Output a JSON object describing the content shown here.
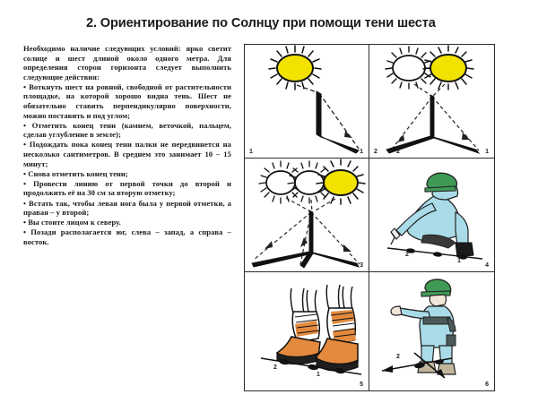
{
  "page": {
    "title": "2. Ориентирование  по Солнцу при помощи тени шеста",
    "background_color": "#ffffff"
  },
  "instructions": {
    "intro": "Необходимо наличие следующих условий: ярко светит солнце и шест длиной около одного метра. Для определения сторон горизонта следует выполнить следующие действия:",
    "bullets": [
      "• Воткнуть шест на ровной, свободной от растительности площадке, на которой хорошо видна тень. Шест не обязательно ставить перпендикулярно поверхности, можно поставить и под углом;",
      "• Отметить конец тени (камнем, веточкой, пальцем, сделав углубление в земле);",
      "• Подождать пока конец тени палки не передвинется на несколько сантиметров. В среднем это занимает 10 – 15 минут;",
      "• Снова отметить конец тени;",
      "• Провести линию от первой точки до второй и продолжить её на 30 см за вторую отметку;",
      "• Встать так, чтобы левая нога была у первой отметки, а правая – у второй;",
      "• Вы стоите лицом к северу.",
      "• Позади располагается юг, слева – запад, а справа – восток."
    ]
  },
  "figure": {
    "colors": {
      "sun_fill": "#f2e200",
      "outline": "#111111",
      "boot_fill": "#e38a3e",
      "uniform_fill": "#a9dce8",
      "cap_fill": "#3f9a56",
      "panel_border": "#2b2b2b"
    },
    "panels": [
      {
        "id": "panel-1",
        "number": "1",
        "caption_labels": [
          "1",
          "1"
        ],
        "description": "Солнце, шест и его тень, конец тени отмечен точкой 1"
      },
      {
        "id": "panel-2",
        "number": "2",
        "caption_labels": [
          "2",
          "1"
        ],
        "description": "Два положения солнца, две тени шеста, отметки 2 и 1"
      },
      {
        "id": "panel-3",
        "number": "3",
        "caption_labels": [
          "3"
        ],
        "description": "Три положения солнца, три тени шеста, линия через отметки"
      },
      {
        "id": "panel-4",
        "number": "4",
        "caption_labels": [
          "2",
          "1"
        ],
        "description": "Солдат проводит линию от первой отметки до второй"
      },
      {
        "id": "panel-5",
        "number": "5",
        "caption_labels": [
          "2",
          "1"
        ],
        "description": "Ботинки: левая нога у отметки 1, правая у отметки 2"
      },
      {
        "id": "panel-6",
        "number": "6",
        "caption_labels": [
          "2"
        ],
        "description": "Солдат стоит лицом к северу и указывает направление"
      }
    ]
  }
}
